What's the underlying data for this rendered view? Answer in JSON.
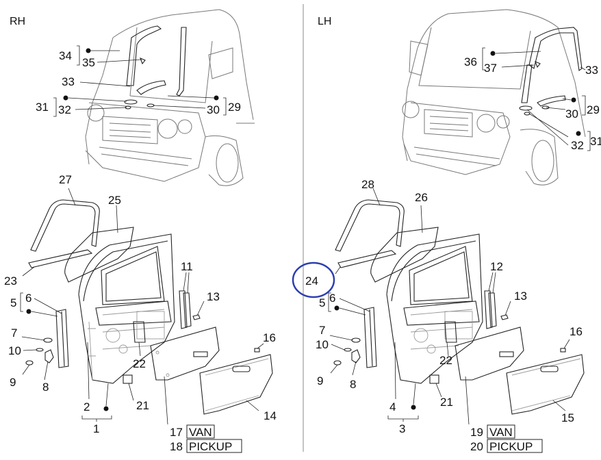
{
  "headers": {
    "rh": "RH",
    "lh": "LH"
  },
  "rh_labels": {
    "l34": "34",
    "l35": "35",
    "l33": "33",
    "l31": "31",
    "l32": "32",
    "l30": "30",
    "l29": "29",
    "l27": "27",
    "l25": "25",
    "l23": "23",
    "l5": "5",
    "l6": "6",
    "l11": "11",
    "l13": "13",
    "l7": "7",
    "l10": "10",
    "l9": "9",
    "l8": "8",
    "l22": "22",
    "l16": "16",
    "l2": "2",
    "l1": "1",
    "l21": "21",
    "l14": "14",
    "l17": "17",
    "l17v": "VAN",
    "l18": "18",
    "l18v": "PICKUP"
  },
  "lh_labels": {
    "l36": "36",
    "l37": "37",
    "l33": "33",
    "l29": "29",
    "l30": "30",
    "l32": "32",
    "l31": "31",
    "l28": "28",
    "l26": "26",
    "l24": "24",
    "l5": "5",
    "l6": "6",
    "l12": "12",
    "l13": "13",
    "l7": "7",
    "l10": "10",
    "l9": "9",
    "l8": "8",
    "l22": "22",
    "l16": "16",
    "l4": "4",
    "l3": "3",
    "l21": "21",
    "l15": "15",
    "l19": "19",
    "l19v": "VAN",
    "l20": "20",
    "l20v": "PICKUP"
  },
  "colors": {
    "highlight_circle": "#2d3fb0",
    "line": "#222222",
    "divider": "#888888"
  }
}
